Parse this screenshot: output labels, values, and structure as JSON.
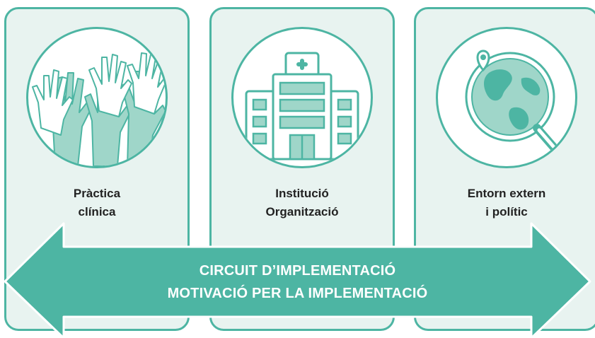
{
  "colors": {
    "teal": "#4db5a3",
    "panel_bg": "#e8f3f0",
    "text": "#222222",
    "arrow_text": "#ffffff"
  },
  "panels": [
    {
      "icon": "hands-icon",
      "label_line1": "Pràctica",
      "label_line2": "clínica"
    },
    {
      "icon": "hospital-icon",
      "label_line1": "Institució",
      "label_line2": "Organització"
    },
    {
      "icon": "globe-search-icon",
      "label_line1": "Entorn extern",
      "label_line2": "i polític"
    }
  ],
  "arrow": {
    "line1": "CIRCUIT D’IMPLEMENTACIÓ",
    "line2": "MOTIVACIÓ PER LA IMPLEMENTACIÓ"
  }
}
